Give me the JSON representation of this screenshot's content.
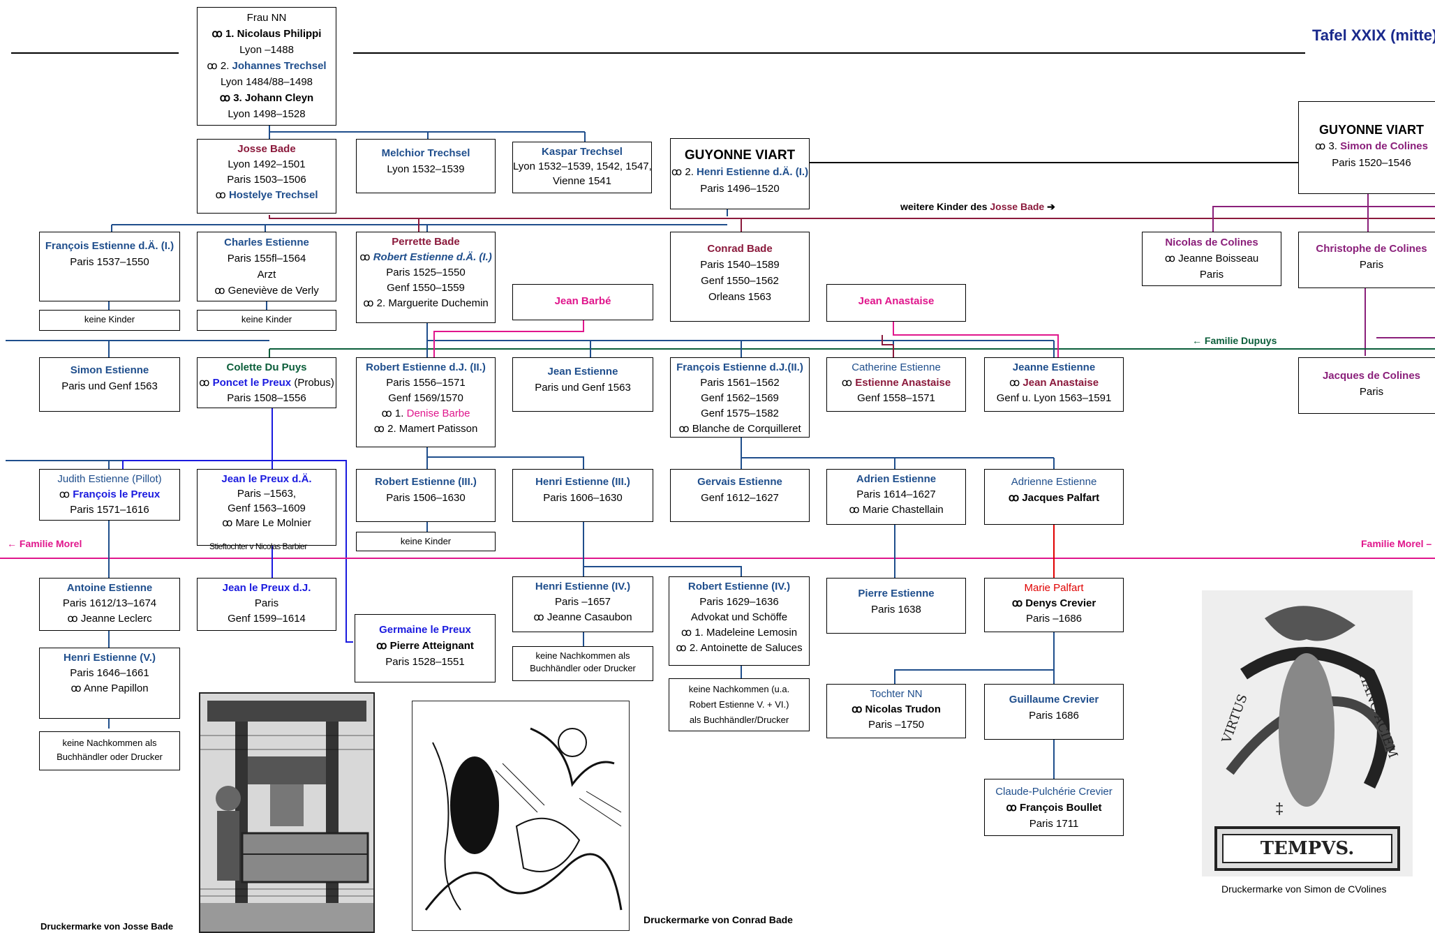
{
  "tafel": "Tafel XXIX (mitte)",
  "labels": {
    "weitere_kinder": [
      "weitere Kinder des ",
      "Josse Bade",
      " ➔"
    ],
    "familie_dupuys": "← Familie Dupuys",
    "familie_morel_left": "← Familie Morel",
    "familie_morel_right": "Familie Morel –",
    "stieftochter": "Stieftochter v Nicolas Barbier"
  },
  "boxes": {
    "frau_nn": [
      "Frau NN",
      "ꝏ 1. Nicolaus Philippi",
      "Lyon –1488",
      "ꝏ 2. ",
      "Johannes Trechsel",
      "Lyon 1484/88–1498",
      "ꝏ 3. Johann Cleyn",
      "Lyon 1498–1528"
    ],
    "josse_bade": [
      "Josse Bade",
      "Lyon 1492–1501",
      "Paris 1503–1506",
      "ꝏ ",
      "Hostelye Trechsel"
    ],
    "melchior": [
      "Melchior Trechsel",
      "Lyon 1532–1539"
    ],
    "kaspar": [
      "Kaspar Trechsel",
      "Lyon 1532–1539, 1542, 1547,",
      "Vienne 1541"
    ],
    "guyonne1": [
      "GUYONNE VIART",
      "ꝏ 2. ",
      "Henri Estienne d.Ä. (I.)",
      "Paris 1496–1520"
    ],
    "guyonne2": [
      "GUYONNE VIART",
      "ꝏ 3. ",
      "Simon de Colines",
      "Paris 1520–1546"
    ],
    "francois_i": [
      "François Estienne d.Ä. (I.)",
      "Paris 1537–1550"
    ],
    "charles": [
      "Charles Estienne",
      "Paris 155fl–1564",
      "Arzt",
      "ꝏ Geneviève de Verly"
    ],
    "perrette": [
      "Perrette Bade",
      "ꝏ ",
      "Robert Estienne d.Ä. (I.)",
      "Paris 1525–1550",
      "Genf 1550–1559",
      "ꝏ 2. Marguerite Duchemin"
    ],
    "conrad": [
      "Conrad Bade",
      "Paris 1540–1589",
      "Genf 1550–1562",
      "Orleans 1563"
    ],
    "nicolas_colines": [
      "Nicolas de Colines",
      "ꝏ Jeanne Boisseau",
      "Paris"
    ],
    "christophe": [
      "Christophe de Colines",
      "Paris"
    ],
    "jean_barbe": [
      "Jean Barbé"
    ],
    "jean_anastaise": [
      "Jean Anastaise"
    ],
    "simon_e": [
      "Simon Estienne",
      "Paris und Genf 1563"
    ],
    "colette": [
      "Colette Du Puys",
      "ꝏ ",
      "Poncet le Preux",
      " (Probus)",
      "Paris 1508–1556"
    ],
    "robert_ii": [
      "Robert Estienne d.J. (II.)",
      "Paris 1556–1571",
      "Genf 1569/1570",
      "ꝏ 1. ",
      "Denise Barbe",
      "ꝏ 2. Mamert Patisson"
    ],
    "jean_e": [
      "Jean Estienne",
      "Paris und Genf 1563"
    ],
    "francois_ii": [
      "François Estienne d.J.(II.)",
      "Paris 1561–1562",
      "Genf 1562–1569",
      "Genf 1575–1582",
      "ꝏ Blanche de Corquilleret"
    ],
    "catherine": [
      "Catherine Estienne",
      "ꝏ ",
      "Estienne Anastaise",
      "Genf 1558–1571"
    ],
    "jeanne": [
      "Jeanne Estienne",
      "ꝏ ",
      "Jean Anastaise",
      "Genf u. Lyon 1563–1591"
    ],
    "jacques_colines": [
      "Jacques de Colines",
      "Paris"
    ],
    "judith": [
      "Judith Estienne (Pillot)",
      "ꝏ ",
      "François le Preux",
      "Paris 1571–1616"
    ],
    "jean_preux_a": [
      "Jean le Preux d.Ä.",
      "Paris –1563,",
      "Genf 1563–1609",
      "ꝏ Mare Le Molnier"
    ],
    "robert_iii": [
      "Robert Estienne (III.)",
      "Paris 1506–1630"
    ],
    "henri_iii": [
      "Henri Estienne (III.)",
      "Paris 1606–1630"
    ],
    "gervais": [
      "Gervais Estienne",
      "Genf 1612–1627"
    ],
    "adrien": [
      "Adrien Estienne",
      "Paris 1614–1627",
      "ꝏ Marie Chastellain"
    ],
    "adrienne": [
      "Adrienne Estienne",
      "ꝏ Jacques Palfart"
    ],
    "antoine": [
      "Antoine Estienne",
      "Paris 1612/13–1674",
      "ꝏ Jeanne Leclerc"
    ],
    "jean_preux_j": [
      "Jean le Preux d.J.",
      "Paris",
      "Genf 1599–1614"
    ],
    "germaine": [
      "Germaine le Preux",
      "ꝏ Pierre Atteignant",
      "Paris 1528–1551"
    ],
    "henri_iv": [
      "Henri Estienne (IV.)",
      "Paris –1657",
      "ꝏ Jeanne Casaubon"
    ],
    "robert_iv": [
      "Robert Estienne (IV.)",
      "Paris 1629–1636",
      "Advokat und Schöffe",
      "ꝏ 1. Madeleine Lemosin",
      "ꝏ 2. Antoinette de Saluces"
    ],
    "pierre": [
      "Pierre Estienne",
      "Paris 1638"
    ],
    "marie_palfart": [
      "Marie Palfart",
      "ꝏ Denys Crevier",
      "Paris –1686"
    ],
    "henri_v": [
      "Henri Estienne (V.)",
      "Paris 1646–1661",
      "ꝏ  Anne Papillon"
    ],
    "tochter_nn": [
      "Tochter NN",
      "ꝏ Nicolas Trudon",
      "Paris –1750"
    ],
    "guillaume": [
      "Guillaume Crevier",
      "Paris 1686"
    ],
    "claude": [
      "Claude-Pulchérie Crevier",
      "ꝏ François Boullet",
      "Paris 1711"
    ]
  },
  "notes": {
    "keine_kinder_1": "keine Kinder",
    "keine_kinder_2": "keine Kinder",
    "keine_kinder_3": "keine Kinder",
    "nachk_henri_iv": [
      "keine Nachkommen als",
      "Buchhändler oder Drucker"
    ],
    "nachk_robert_iv": [
      "keine Nachkommen (u.a.",
      "Robert Estienne V. + VI.)",
      "als Buchhändler/Drucker"
    ],
    "nachk_henri_v": [
      "keine Nachkommen als",
      "Buchhändler oder Drucker"
    ]
  },
  "captions": {
    "josse": "Druckermarke von Josse Bade",
    "conrad": "Druckermarke von Conrad Bade",
    "simon": "Druckermarke von Simon de CVolines",
    "motto_left": "VIRTUS",
    "motto_right": "HANC ACIEM",
    "tempus": "TEMPVS."
  },
  "colors": {
    "blue": "#1f4e8c",
    "maroon": "#8b1a3c",
    "purple": "#8a1f7a",
    "pink": "#e0168c",
    "green": "#0b5e3a"
  }
}
